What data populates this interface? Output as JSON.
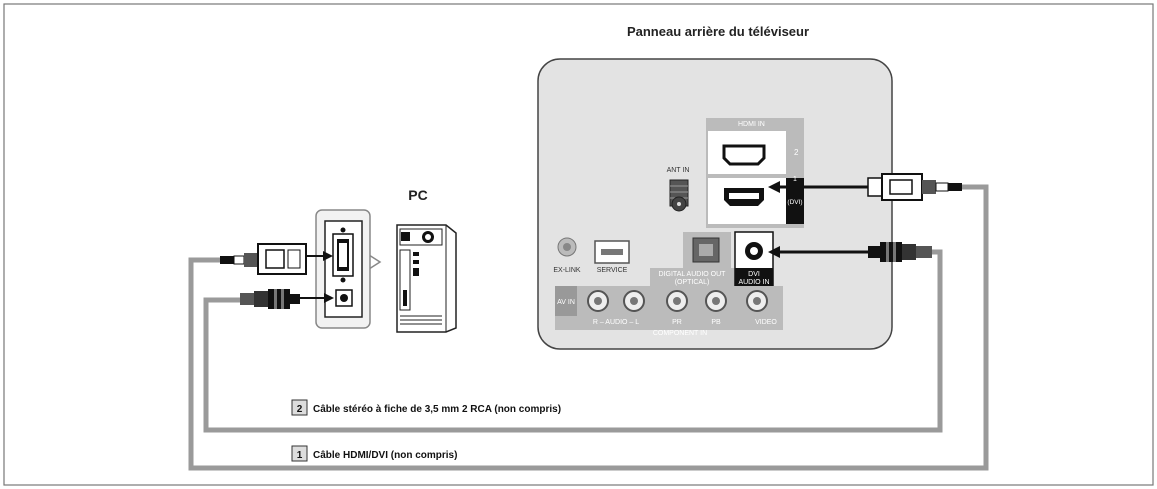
{
  "title": "Panneau arrière du téléviseur",
  "pc_label": "PC",
  "tv_panel": {
    "hdmi_in": "HDMI IN",
    "hdmi_port_2": "2",
    "hdmi_port_1_note": "(DVI)",
    "ant_in": "ANT IN",
    "ex_link": "EX-LINK",
    "service": "SERVICE",
    "digital_audio_out_line1": "DIGITAL AUDIO OUT",
    "digital_audio_out_line2": "(OPTICAL)",
    "dvi_audio_in_line1": "DVI",
    "dvi_audio_in_line2": "AUDIO IN",
    "av_in": "AV IN",
    "audio_label": "R – AUDIO – L",
    "pr_label": "PR",
    "pb_label": "PB",
    "video_label": "VIDEO",
    "component_in": "COMPONENT IN"
  },
  "cables": [
    {
      "number": "2",
      "label": "Câble stéréo à fiche de 3,5 mm 2 RCA (non compris)"
    },
    {
      "number": "1",
      "label": "Câble HDMI/DVI (non compris)"
    }
  ],
  "colors": {
    "frame": "#777777",
    "cable": "#9a9a9a",
    "panel": "#e3e3e3",
    "dark": "#222222"
  }
}
